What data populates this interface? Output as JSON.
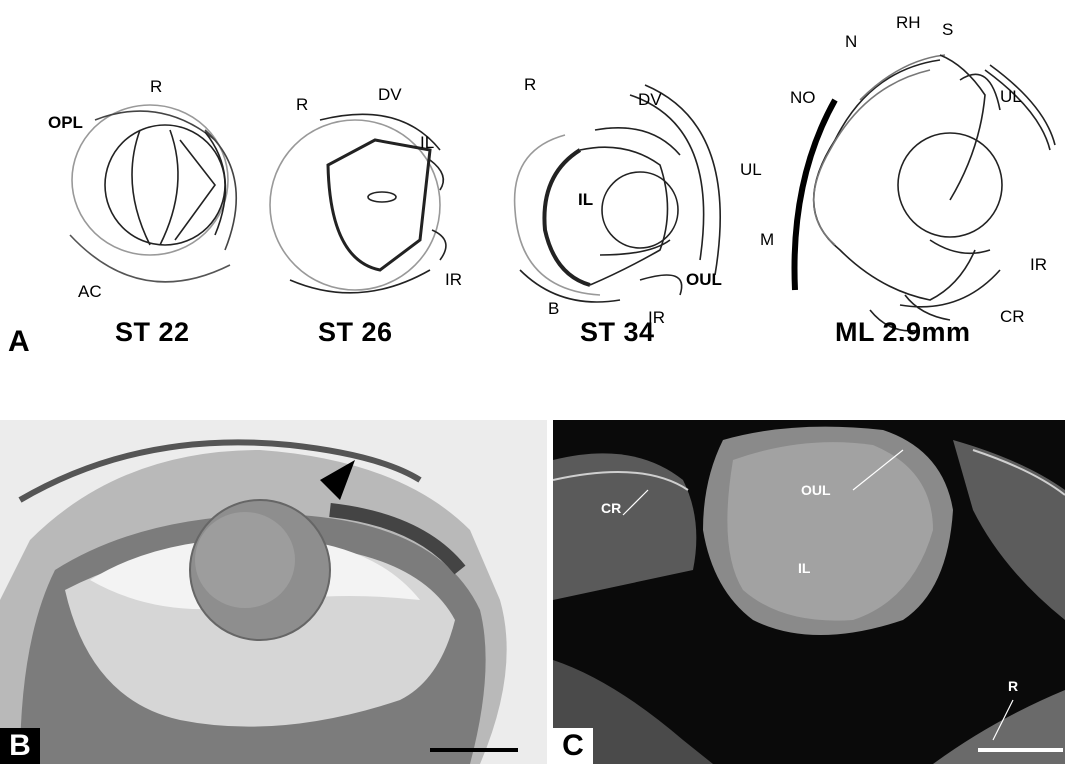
{
  "panel_a": {
    "letter": "A",
    "stages": [
      {
        "id": "st22",
        "title": "ST 22",
        "labels": {
          "opl": "OPL",
          "r": "R",
          "ac": "AC"
        }
      },
      {
        "id": "st26",
        "title": "ST 26",
        "labels": {
          "r": "R",
          "dv": "DV",
          "il": "IL",
          "ir": "IR"
        }
      },
      {
        "id": "st34",
        "title": "ST 34",
        "labels": {
          "r": "R",
          "dv": "DV",
          "ul": "UL",
          "il": "IL",
          "oul": "OUL",
          "b": "B",
          "ir": "IR"
        }
      },
      {
        "id": "ml",
        "title": "ML 2.9mm",
        "labels": {
          "n": "N",
          "rh": "RH",
          "s": "S",
          "no": "NO",
          "ul": "UL",
          "m": "M",
          "ir": "IR",
          "cr": "CR"
        }
      }
    ]
  },
  "panel_b": {
    "letter": "B"
  },
  "panel_c": {
    "letter": "C",
    "labels": {
      "oul": "OUL",
      "cr": "CR",
      "il": "IL",
      "r": "R"
    }
  }
}
